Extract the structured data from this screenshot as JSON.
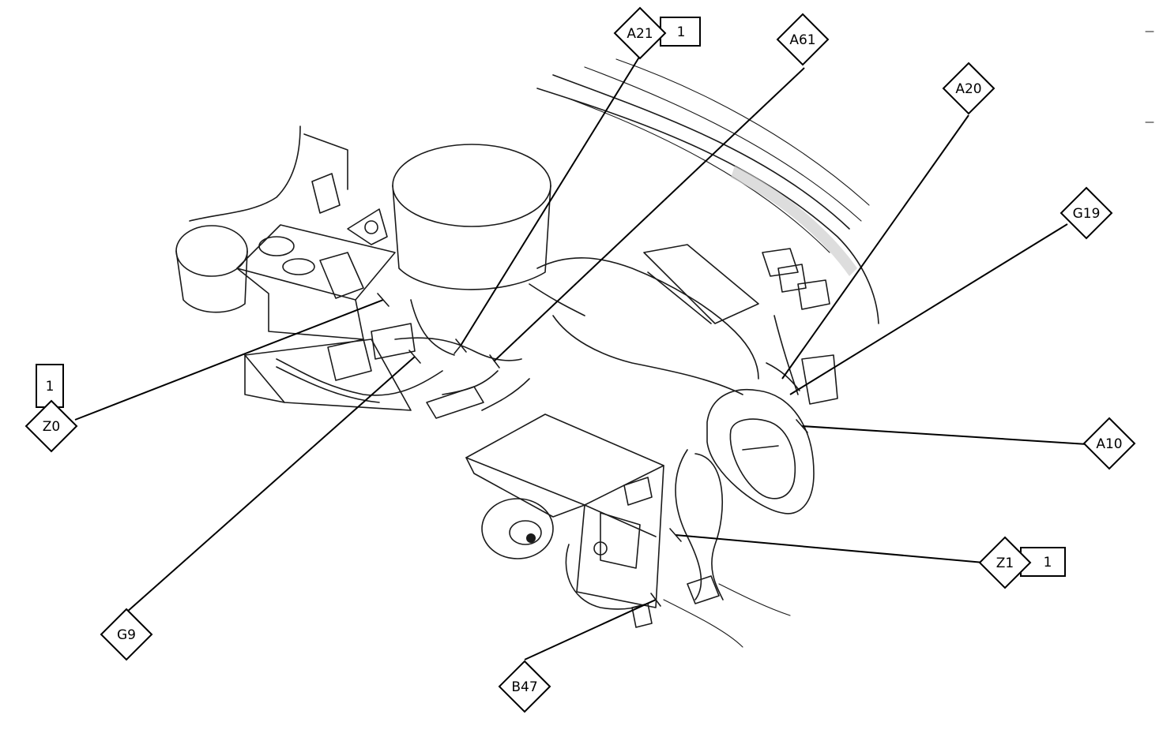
{
  "callouts": {
    "a21": "A21",
    "a21_qty": "1",
    "a61": "A61",
    "a20": "A20",
    "g19": "G19",
    "a10": "A10",
    "z1": "Z1",
    "z1_qty": "1",
    "b47": "B47",
    "g9": "G9",
    "z0": "Z0",
    "z0_qty": "1"
  }
}
